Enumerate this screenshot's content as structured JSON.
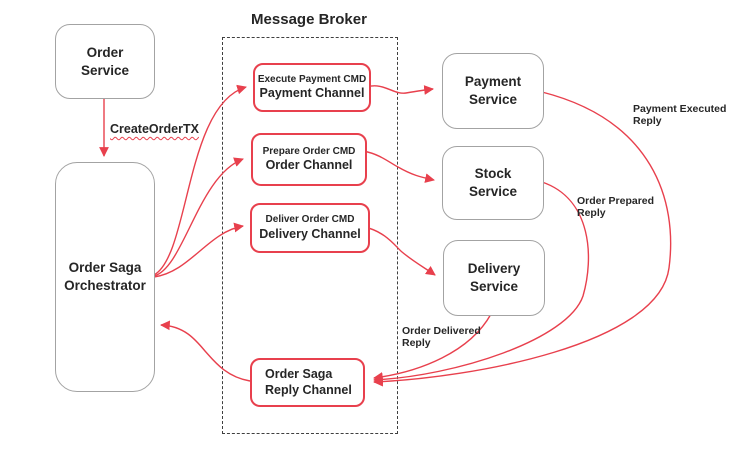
{
  "colors": {
    "arrow_red": "#e8404d",
    "node_border_gray": "#a3a3a3",
    "broker_dash": "#3f3f3f",
    "text": "#262626"
  },
  "broker": {
    "title": "Message Broker"
  },
  "nodes": {
    "order_service": {
      "line1": "Order",
      "line2": "Service"
    },
    "orchestrator": {
      "line1": "Order Saga",
      "line2": "Orchestrator"
    },
    "payment_channel": {
      "line1": "Execute Payment CMD",
      "line2": "Payment Channel"
    },
    "order_channel": {
      "line1": "Prepare Order CMD",
      "line2": "Order Channel"
    },
    "delivery_channel": {
      "line1": "Deliver Order CMD",
      "line2": "Delivery Channel"
    },
    "reply_channel": {
      "line1": "Order Saga",
      "line2": "Reply Channel"
    },
    "payment_service": {
      "line1": "Payment",
      "line2": "Service"
    },
    "stock_service": {
      "line1": "Stock",
      "line2": "Service"
    },
    "delivery_service": {
      "line1": "Delivery",
      "line2": "Service"
    }
  },
  "edge_labels": {
    "create_order_tx": "CreateOrderTX",
    "payment_executed": {
      "line1": "Payment Executed",
      "line2": "Reply"
    },
    "order_prepared": {
      "line1": "Order Prepared",
      "line2": "Reply"
    },
    "order_delivered": {
      "line1": "Order Delivered",
      "line2": "Reply"
    }
  }
}
